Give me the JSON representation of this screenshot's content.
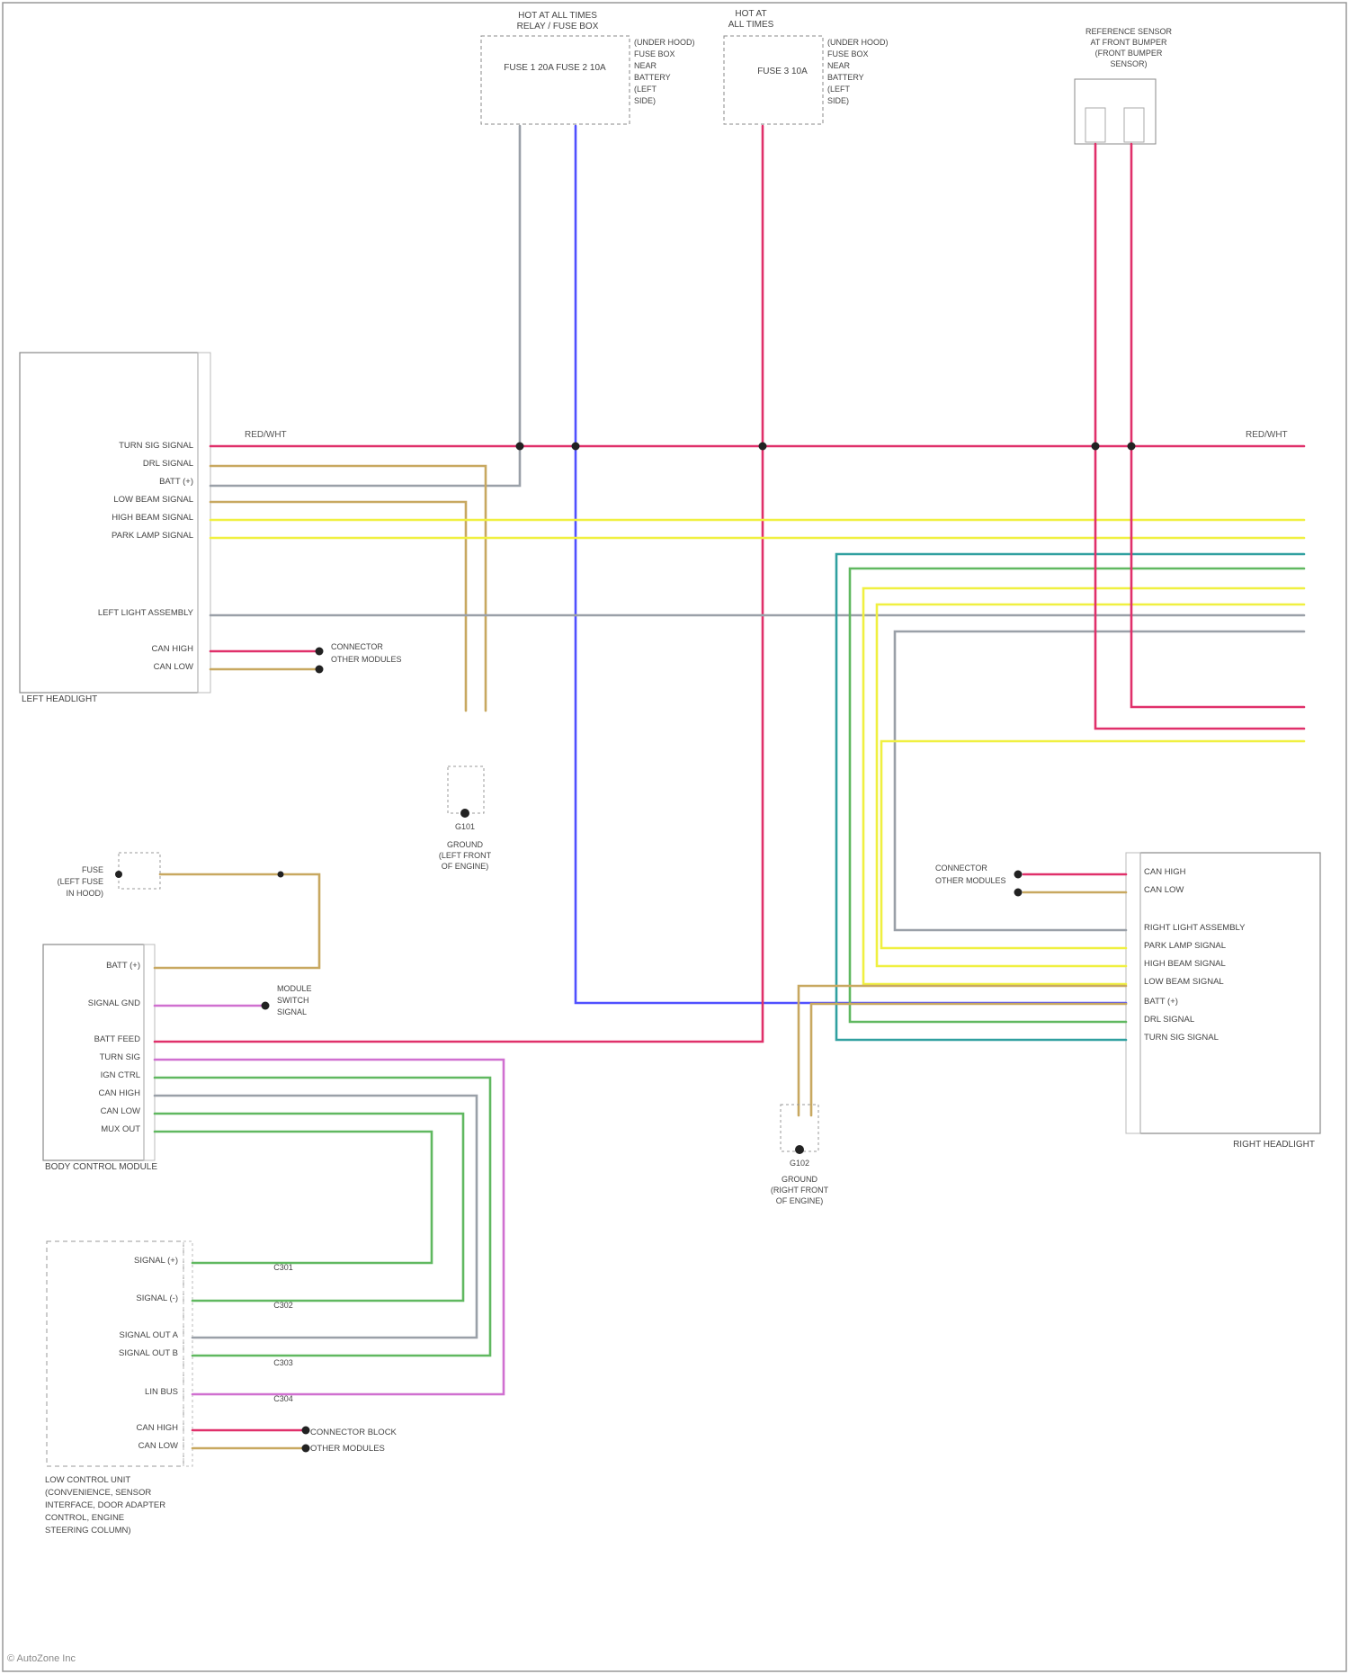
{
  "top_sources": [
    {
      "id": "relay_box",
      "title_line1": "HOT AT ALL TIMES",
      "title_line2": "RELAY / FUSE BOX",
      "sub": "FUSE 1 20A   FUSE 2 10A",
      "notes": [
        "(UNDER HOOD)",
        "FUSE BOX",
        "NEAR",
        "BATTERY",
        "(LEFT",
        "SIDE)"
      ]
    },
    {
      "id": "hot_run",
      "title_line1": "HOT AT",
      "title_line2": "ALL TIMES",
      "sub": "FUSE 3 10A",
      "notes": [
        "(UNDER HOOD)",
        "FUSE BOX",
        "NEAR",
        "BATTERY",
        "(LEFT",
        "SIDE)"
      ]
    },
    {
      "id": "sensor",
      "title_lines": [
        "REFERENCE SENSOR",
        "AT FRONT BUMPER",
        "(FRONT BUMPER",
        "SENSOR)"
      ]
    }
  ],
  "left_headlight": {
    "title": "LEFT HEADLIGHT",
    "pins": [
      "TURN SIG SIGNAL",
      "DRL SIGNAL",
      "BATT (+)",
      "LOW BEAM SIGNAL",
      "HIGH BEAM SIGNAL",
      "PARK LAMP SIGNAL",
      "LEFT LIGHT ASSEMBLY",
      "CAN HIGH",
      "CAN LOW"
    ]
  },
  "right_headlight": {
    "title": "RIGHT HEADLIGHT",
    "pins": [
      "CAN HIGH",
      "CAN LOW",
      "RIGHT LIGHT ASSEMBLY",
      "PARK LAMP SIGNAL",
      "HIGH BEAM SIGNAL",
      "LOW BEAM SIGNAL",
      "BATT (+)",
      "DRL SIGNAL",
      "TURN SIG SIGNAL"
    ]
  },
  "bcm": {
    "title": "BODY CONTROL MODULE",
    "pins": [
      "BATT (+)",
      "SIGNAL GND",
      "BATT FEED",
      "TURN SIG",
      "IGN CTRL",
      "CAN HIGH",
      "CAN LOW",
      "MUX OUT"
    ]
  },
  "lower_module": {
    "title_lines": [
      "LOW CONTROL UNIT",
      "(CONVENIENCE, SENSOR",
      "INTERFACE, DOOR ADAPTER",
      "CONTROL, ENGINE",
      "STEERING COLUMN)"
    ],
    "pins": [
      "SIGNAL (+)",
      "SIGNAL (-)",
      "SIGNAL OUT A",
      "SIGNAL OUT B",
      "LIN BUS",
      "CAN HIGH",
      "CAN LOW"
    ],
    "connectors": [
      "C301",
      "C302",
      "C303",
      "C304"
    ],
    "right_notes": [
      "CONNECTOR BLOCK",
      "OTHER MODULES"
    ]
  },
  "grounds": [
    {
      "id": "g_left",
      "name": "G101",
      "lines": [
        "GROUND",
        "(LEFT FRONT",
        "OF ENGINE)"
      ]
    },
    {
      "id": "g_right",
      "name": "G102",
      "lines": [
        "GROUND",
        "(RIGHT FRONT",
        "OF ENGINE)"
      ]
    }
  ],
  "splices": {
    "left_can": [
      "CONNECTOR",
      "OTHER MODULES"
    ],
    "right_can": [
      "CONNECTOR",
      "OTHER MODULES"
    ],
    "bcm_side": [
      "MODULE",
      "SWITCH",
      "SIGNAL"
    ],
    "aux_fuse": [
      "FUSE",
      "(LEFT FUSE",
      "IN HOOD)"
    ]
  },
  "wire_labels": {
    "red_top": "RED/WHT",
    "gray_a": "GRY",
    "blue_a": "BLU",
    "red_b": "RED",
    "right_red": "RED/WHT"
  },
  "colors": {
    "red": "#e0306a",
    "blue": "#5050ff",
    "yellow": "#f0f040",
    "tan": "#c8a860",
    "green": "#60b860",
    "teal": "#30a0a0",
    "purple": "#d070d0",
    "gray": "#9aa0a8",
    "box": "#888888"
  },
  "footer": "© AutoZone Inc"
}
